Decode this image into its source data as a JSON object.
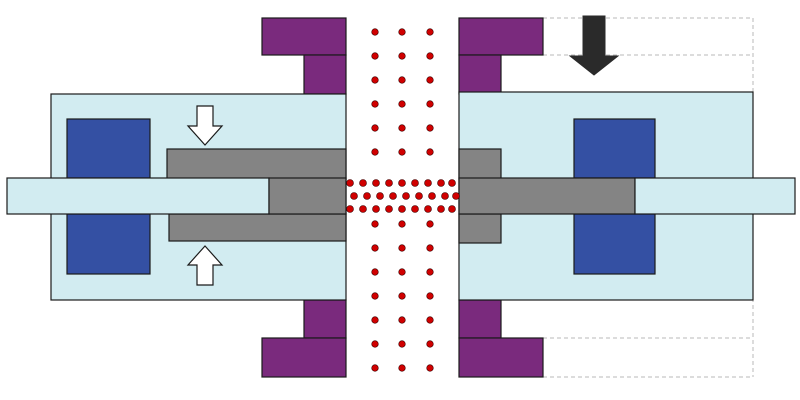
{
  "diagram": {
    "colors": {
      "background": "#ffffff",
      "housing": "#d2ecf1",
      "outline": "#1a1a1a",
      "coil": "#3450a3",
      "core": "#848484",
      "flange": "#7a2a7d",
      "particle": "#d00000",
      "particle_center": "#3a0000",
      "arrow_open": "#ffffff",
      "arrow_solid": "#2a2a2a",
      "guide_line": "#b8b8b8"
    },
    "icons": {
      "open_arrow_down": "arrow-down-outline-icon",
      "open_arrow_up": "arrow-up-outline-icon",
      "solid_arrow_down": "arrow-down-solid-icon"
    },
    "parts": {
      "left_assembly": "left-housing",
      "right_assembly": "right-housing",
      "gap": "particle-gap"
    }
  }
}
